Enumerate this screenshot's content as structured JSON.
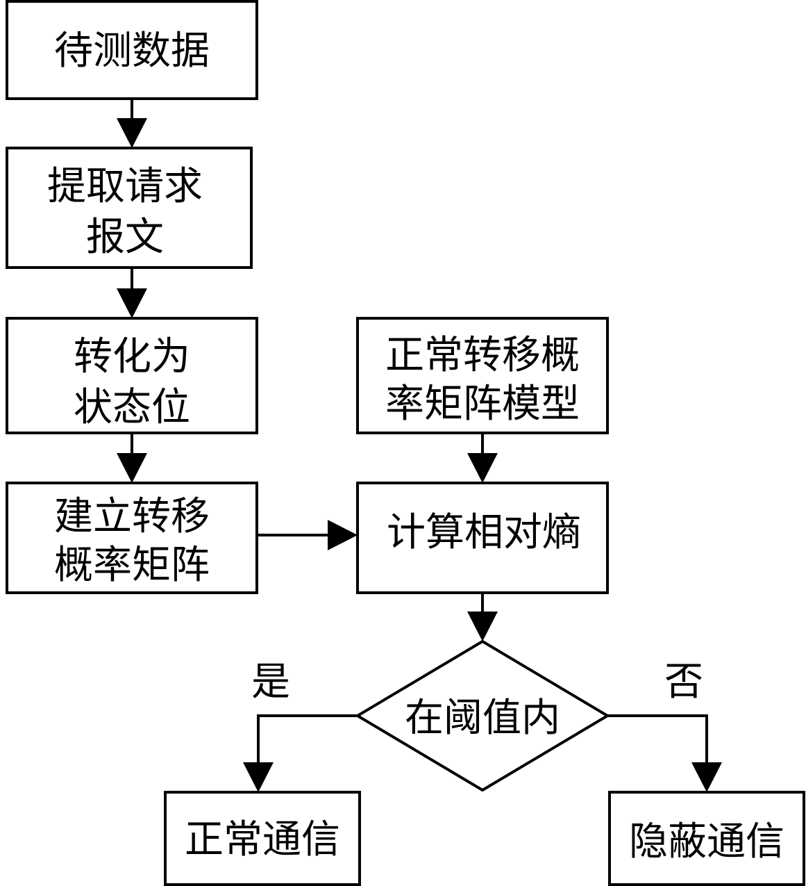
{
  "nodes": {
    "input_data": {
      "label_lines": [
        "待测数据"
      ]
    },
    "extract_request": {
      "label_lines": [
        "提取请求",
        "报文"
      ]
    },
    "to_state": {
      "label_lines": [
        "转化为",
        "状态位"
      ]
    },
    "normal_model": {
      "label_lines": [
        "正常转移概",
        "率矩阵模型"
      ]
    },
    "build_matrix": {
      "label_lines": [
        "建立转移",
        "概率矩阵"
      ]
    },
    "relative_entropy": {
      "label_lines": [
        "计算相对熵"
      ]
    },
    "threshold_check": {
      "label_lines": [
        "在阈值内"
      ]
    },
    "normal_comm": {
      "label_lines": [
        "正常通信"
      ]
    },
    "covert_comm": {
      "label_lines": [
        "隐蔽通信"
      ]
    }
  },
  "edge_labels": {
    "yes": "是",
    "no": "否"
  },
  "colors": {
    "stroke": "#000000",
    "background": "#ffffff"
  }
}
